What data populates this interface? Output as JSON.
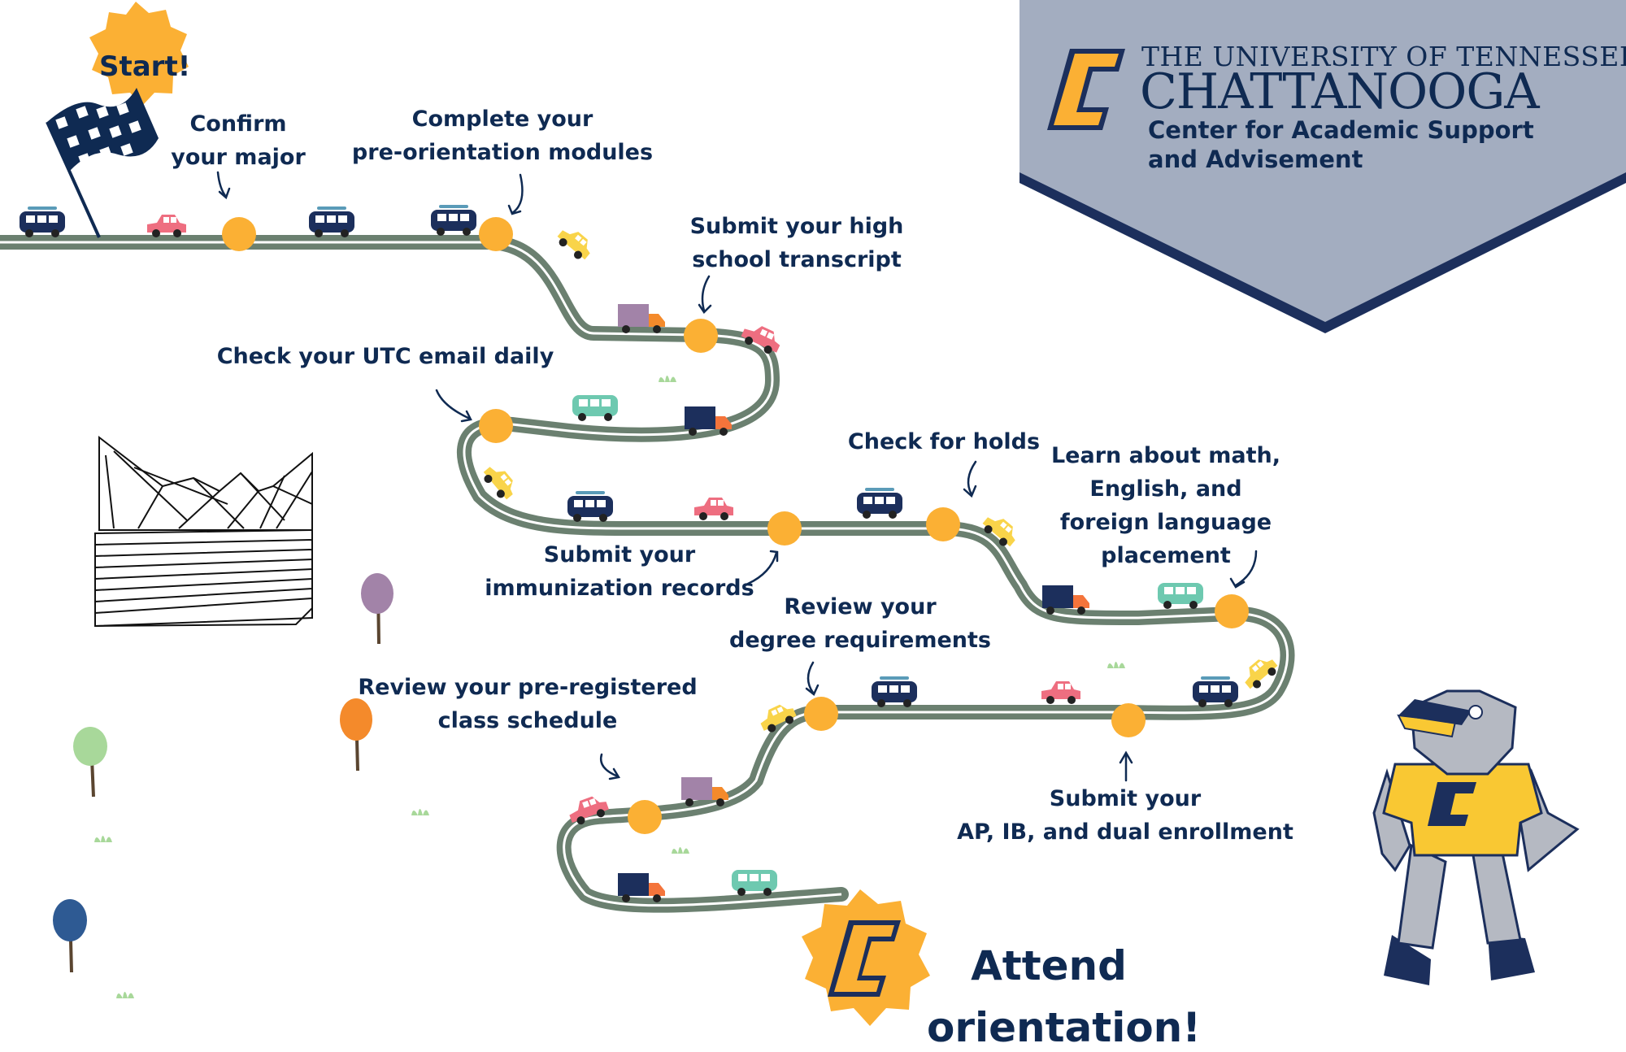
{
  "header": {
    "university_line": "THE UNIVERSITY OF TENNESSEE",
    "campus": "CHATTANOOGA",
    "center_line1": "Center for Academic Support",
    "center_line2": "and Advisement"
  },
  "start_label": "Start!",
  "steps": [
    {
      "lines": [
        "Confirm",
        "your major"
      ]
    },
    {
      "lines": [
        "Complete your",
        "pre-orientation modules"
      ]
    },
    {
      "lines": [
        "Submit your high",
        "school transcript"
      ]
    },
    {
      "lines": [
        "Check your UTC email daily"
      ]
    },
    {
      "lines": [
        "Submit your",
        "immunization records"
      ]
    },
    {
      "lines": [
        "Check for holds"
      ]
    },
    {
      "lines": [
        "Learn about math,",
        "English, and",
        "foreign language",
        "placement"
      ]
    },
    {
      "lines": [
        "Review your",
        "degree requirements"
      ]
    },
    {
      "lines": [
        "Submit your",
        "AP, IB, and dual enrollment"
      ]
    },
    {
      "lines": [
        "Review your pre-registered",
        "class schedule"
      ]
    }
  ],
  "final": {
    "line1": "Attend",
    "line2": "orientation!"
  },
  "colors": {
    "navy": "#0f2a52",
    "gold": "#fbb034",
    "road": "#6b8070",
    "banner": "#a3adc0"
  }
}
